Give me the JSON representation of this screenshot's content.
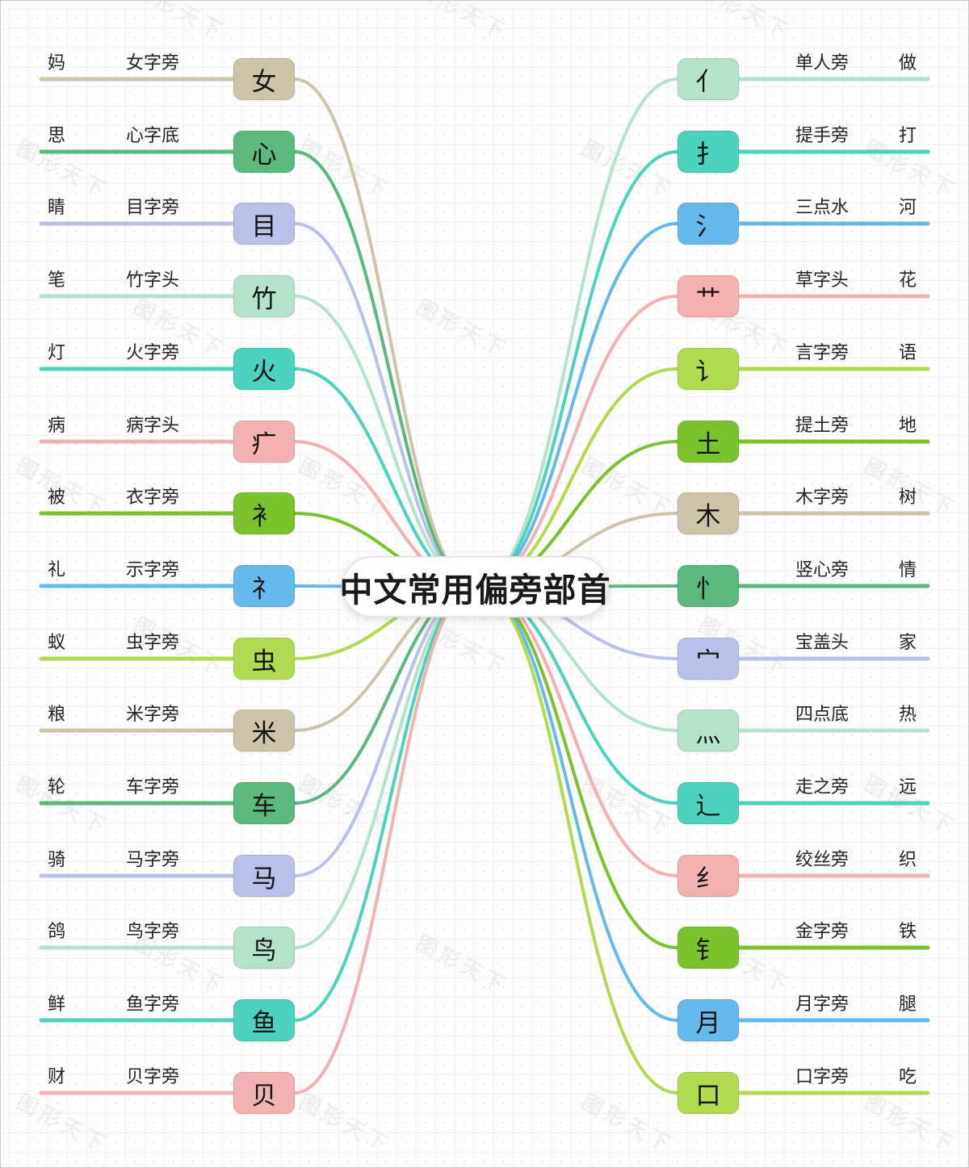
{
  "title": "中文常用偏旁部首",
  "watermark_text": "图形天下",
  "palette": {
    "tan": "#cdc4a9",
    "green": "#5cb87e",
    "lavender": "#b9c1e9",
    "mint": "#b5e2ca",
    "turquoise": "#4cd2bd",
    "pink": "#f3b1b1",
    "apple_green": "#7cc22c",
    "blue": "#66b9ec",
    "yellow_green": "#b2da51"
  },
  "left_branches": [
    {
      "example": "妈",
      "radical_name": "女字旁",
      "radical": "女",
      "color": "#cdc4a9"
    },
    {
      "example": "思",
      "radical_name": "心字底",
      "radical": "心",
      "color": "#5cb87e"
    },
    {
      "example": "睛",
      "radical_name": "目字旁",
      "radical": "目",
      "color": "#b9c1e9"
    },
    {
      "example": "笔",
      "radical_name": "竹字头",
      "radical": "竹",
      "color": "#b5e2ca"
    },
    {
      "example": "灯",
      "radical_name": "火字旁",
      "radical": "火",
      "color": "#4cd2bd"
    },
    {
      "example": "病",
      "radical_name": "病字头",
      "radical": "疒",
      "color": "#f3b1b1"
    },
    {
      "example": "被",
      "radical_name": "衣字旁",
      "radical": "衤",
      "color": "#7cc22c"
    },
    {
      "example": "礼",
      "radical_name": "示字旁",
      "radical": "礻",
      "color": "#66b9ec"
    },
    {
      "example": "蚁",
      "radical_name": "虫字旁",
      "radical": "虫",
      "color": "#b2da51"
    },
    {
      "example": "粮",
      "radical_name": "米字旁",
      "radical": "米",
      "color": "#cdc4a9"
    },
    {
      "example": "轮",
      "radical_name": "车字旁",
      "radical": "车",
      "color": "#5cb87e"
    },
    {
      "example": "骑",
      "radical_name": "马字旁",
      "radical": "马",
      "color": "#b9c1e9"
    },
    {
      "example": "鸽",
      "radical_name": "鸟字旁",
      "radical": "鸟",
      "color": "#b5e2ca"
    },
    {
      "example": "鲜",
      "radical_name": "鱼字旁",
      "radical": "鱼",
      "color": "#4cd2bd"
    },
    {
      "example": "财",
      "radical_name": "贝字旁",
      "radical": "贝",
      "color": "#f3b1b1"
    }
  ],
  "right_branches": [
    {
      "radical": "亻",
      "radical_name": "单人旁",
      "example": "做",
      "color": "#b5e2ca"
    },
    {
      "radical": "扌",
      "radical_name": "提手旁",
      "example": "打",
      "color": "#4cd2bd"
    },
    {
      "radical": "氵",
      "radical_name": "三点水",
      "example": "河",
      "color": "#66b9ec"
    },
    {
      "radical": "艹",
      "radical_name": "草字头",
      "example": "花",
      "color": "#f3b1b1"
    },
    {
      "radical": "讠",
      "radical_name": "言字旁",
      "example": "语",
      "color": "#b2da51"
    },
    {
      "radical": "土",
      "radical_name": "提土旁",
      "example": "地",
      "color": "#7cc22c"
    },
    {
      "radical": "木",
      "radical_name": "木字旁",
      "example": "树",
      "color": "#cdc4a9"
    },
    {
      "radical": "忄",
      "radical_name": "竖心旁",
      "example": "情",
      "color": "#5cb87e"
    },
    {
      "radical": "宀",
      "radical_name": "宝盖头",
      "example": "家",
      "color": "#b9c1e9"
    },
    {
      "radical": "灬",
      "radical_name": "四点底",
      "example": "热",
      "color": "#b5e2ca"
    },
    {
      "radical": "辶",
      "radical_name": "走之旁",
      "example": "远",
      "color": "#4cd2bd"
    },
    {
      "radical": "纟",
      "radical_name": "绞丝旁",
      "example": "织",
      "color": "#f3b1b1"
    },
    {
      "radical": "钅",
      "radical_name": "金字旁",
      "example": "铁",
      "color": "#7cc22c"
    },
    {
      "radical": "月",
      "radical_name": "月字旁",
      "example": "腿",
      "color": "#66b9ec"
    },
    {
      "radical": "口",
      "radical_name": "口字旁",
      "example": "吃",
      "color": "#b2da51"
    }
  ]
}
